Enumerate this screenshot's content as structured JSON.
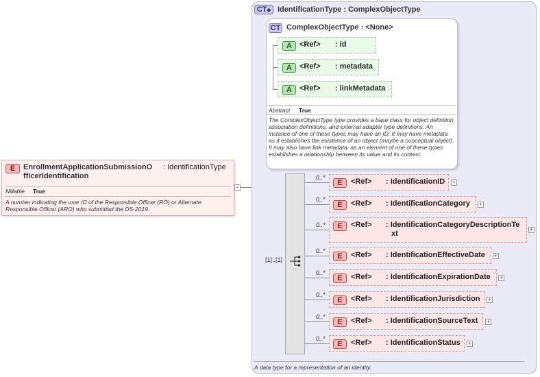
{
  "root_element": {
    "badge": "E",
    "name_line1": "EnrollmentApplicationSubmissionO",
    "name_line2": "fficerIdentification",
    "type": ": IdentificationType",
    "nillable_label": "Nillable",
    "nillable_value": "True",
    "description": "A number indicating the user ID of the Responsible Officer (RO) or Alternate Responsible Officer (ARO) who submitted the DS-2019.",
    "collapse_symbol": "−"
  },
  "type_panel": {
    "badge": "CT",
    "title": "IdentificationType : ComplexObjectType",
    "description": "A data type for a representation of an identity."
  },
  "base_type": {
    "badge": "CT",
    "title": "ComplexObjectType : <None>",
    "attributes": [
      {
        "badge": "A",
        "ref": "<Ref>",
        "name": ": id"
      },
      {
        "badge": "A",
        "ref": "<Ref>",
        "name": ": metadata"
      },
      {
        "badge": "A",
        "ref": "<Ref>",
        "name": ": linkMetadata"
      }
    ],
    "abstract_label": "Abstract",
    "abstract_value": "True",
    "description": "The ComplexObjectType type provides a base class for object definition, association definitions, and external adapter type definitions. An instance of one of these types may have an ID. It may have metadata as it establishes the existence of an object (maybe a conceptual object). It may also have link metadata, as an element of one of these types establishes a relationship between its value and its context."
  },
  "sequence": {
    "multiplicity": "[1]..[1]",
    "icon": "sequence-icon"
  },
  "elements": [
    {
      "badge": "E",
      "mult": "0..*",
      "ref": "<Ref>",
      "name_line1": ": IdentificationID",
      "name_line2": ""
    },
    {
      "badge": "E",
      "mult": "0..*",
      "ref": "<Ref>",
      "name_line1": ": IdentificationCategory",
      "name_line2": ""
    },
    {
      "badge": "E",
      "mult": "0..*",
      "ref": "<Ref>",
      "name_line1": ": IdentificationCategoryDescriptionTe",
      "name_line2": "xt"
    },
    {
      "badge": "E",
      "mult": "0..*",
      "ref": "<Ref>",
      "name_line1": ": IdentificationEffectiveDate",
      "name_line2": ""
    },
    {
      "badge": "E",
      "mult": "0..*",
      "ref": "<Ref>",
      "name_line1": ": IdentificationExpirationDate",
      "name_line2": ""
    },
    {
      "badge": "E",
      "mult": "0..*",
      "ref": "<Ref>",
      "name_line1": ": IdentificationJurisdiction",
      "name_line2": ""
    },
    {
      "badge": "E",
      "mult": "0..*",
      "ref": "<Ref>",
      "name_line1": ": IdentificationSourceText",
      "name_line2": ""
    },
    {
      "badge": "E",
      "mult": "0..*",
      "ref": "<Ref>",
      "name_line1": ": IdentificationStatus",
      "name_line2": ""
    }
  ],
  "expand_symbol": "+"
}
